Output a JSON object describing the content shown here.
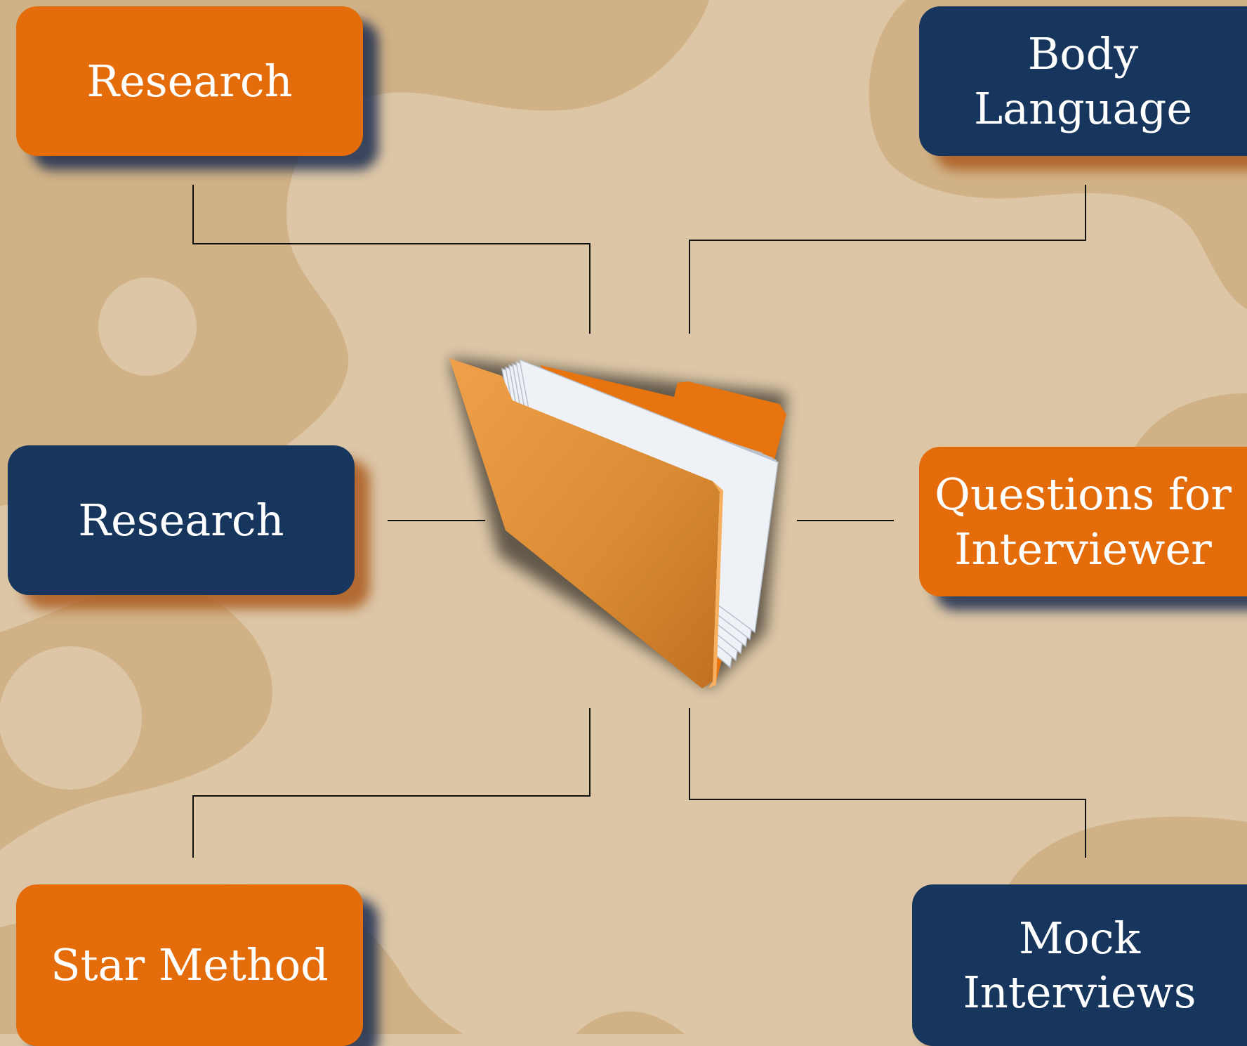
{
  "diagram": {
    "center_icon": "folder-with-papers-icon",
    "items": [
      {
        "label": "Research",
        "color": "#e46c0b"
      },
      {
        "label": "Body\nLanguage",
        "color": "#17365d"
      },
      {
        "label": "Research",
        "color": "#17365d"
      },
      {
        "label": "Questions for\nInterviewer",
        "color": "#e46c0b"
      },
      {
        "label": "Star Method",
        "color": "#e46c0b"
      },
      {
        "label": "Mock\nInterviews",
        "color": "#17365d"
      }
    ]
  },
  "colors": {
    "background": "#dcc6a6",
    "background_shape": "#d1b287",
    "orange": "#e46c0b",
    "navy": "#17365d",
    "connector": "#111111"
  }
}
